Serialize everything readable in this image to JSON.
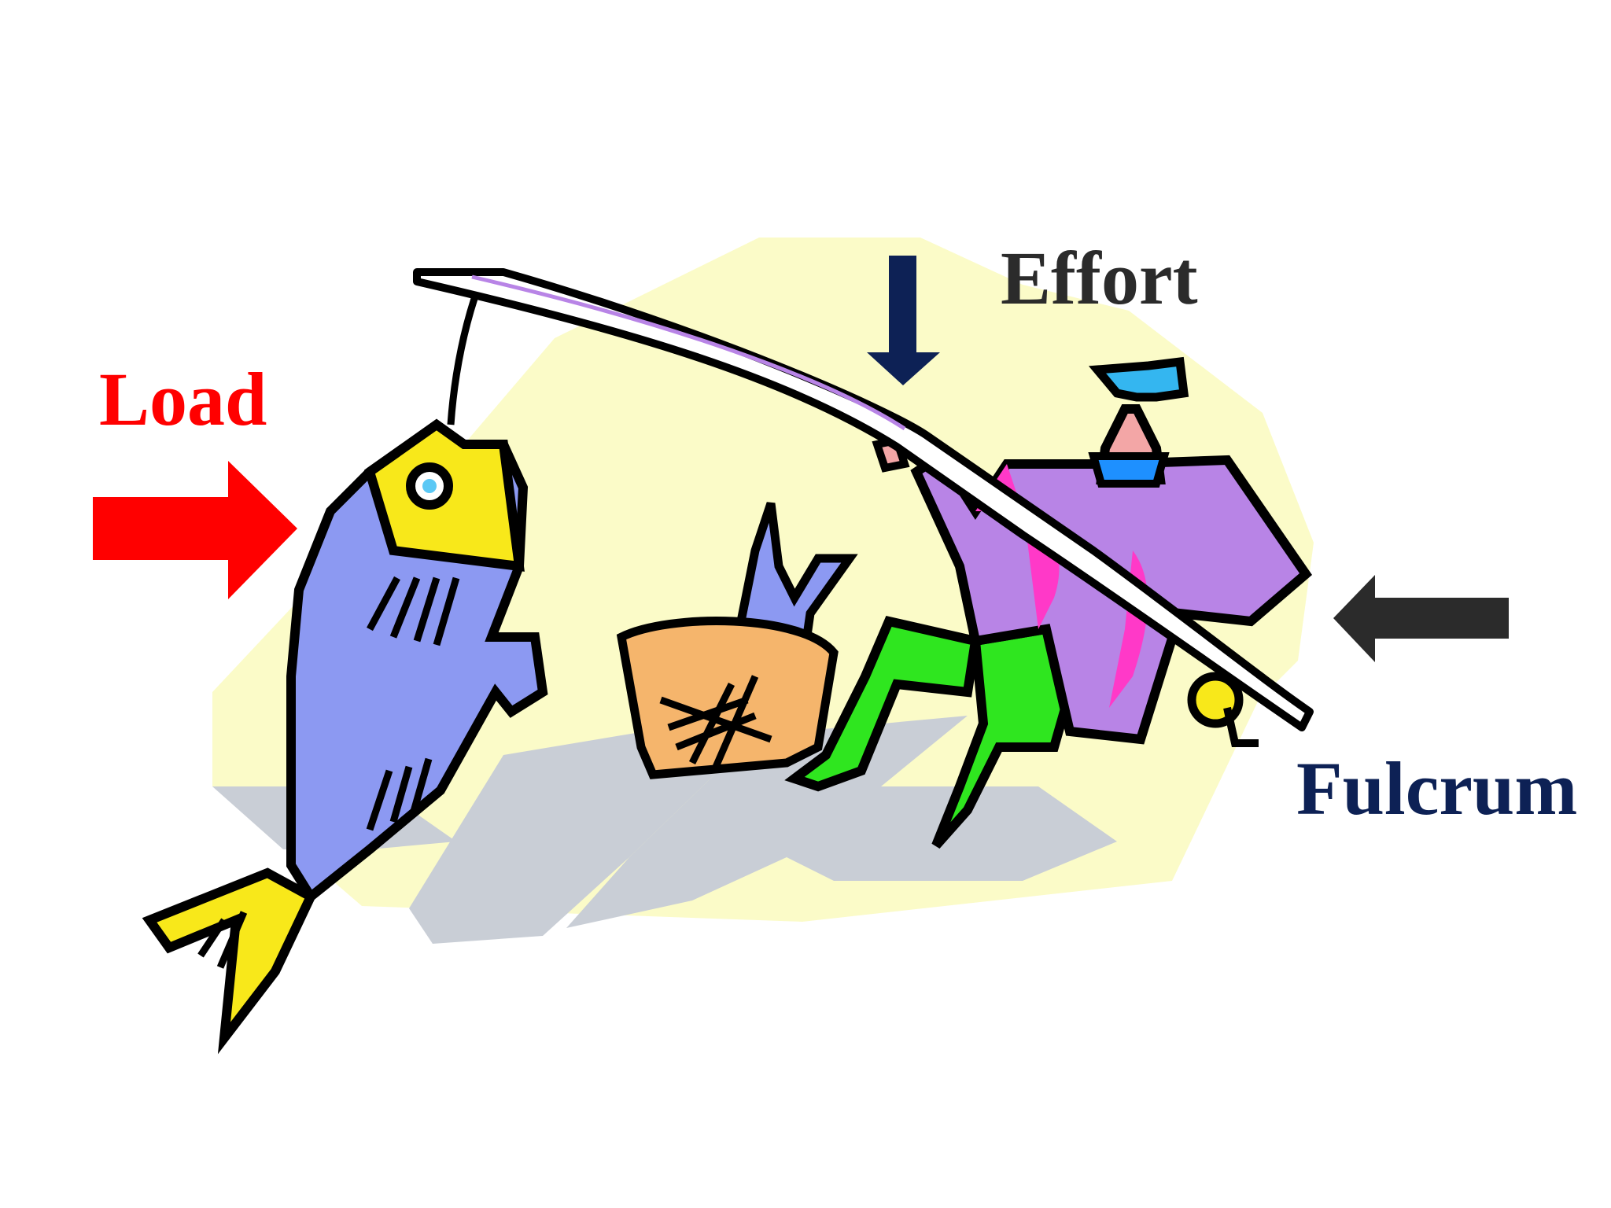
{
  "labels": {
    "load": "Load",
    "effort": "Effort",
    "fulcrum": "Fulcrum"
  },
  "colors": {
    "load": "#ff0000",
    "effort_arrow": "#0d2155",
    "effort_text": "#2b2b2b",
    "fulcrum_arrow": "#2b2b2b",
    "fulcrum_text": "#0d2155",
    "background_glow": "#fbfbc8",
    "shadow": "#c9ced6",
    "fish_body": "#8c99f2",
    "fish_head": "#f8e81a",
    "shirt": "#b884e6",
    "pants": "#2fe61f",
    "basket": "#f5b56c"
  },
  "icons": {
    "load_arrow": "arrow-right-icon",
    "effort_arrow": "arrow-down-icon",
    "fulcrum_arrow": "arrow-left-icon"
  }
}
